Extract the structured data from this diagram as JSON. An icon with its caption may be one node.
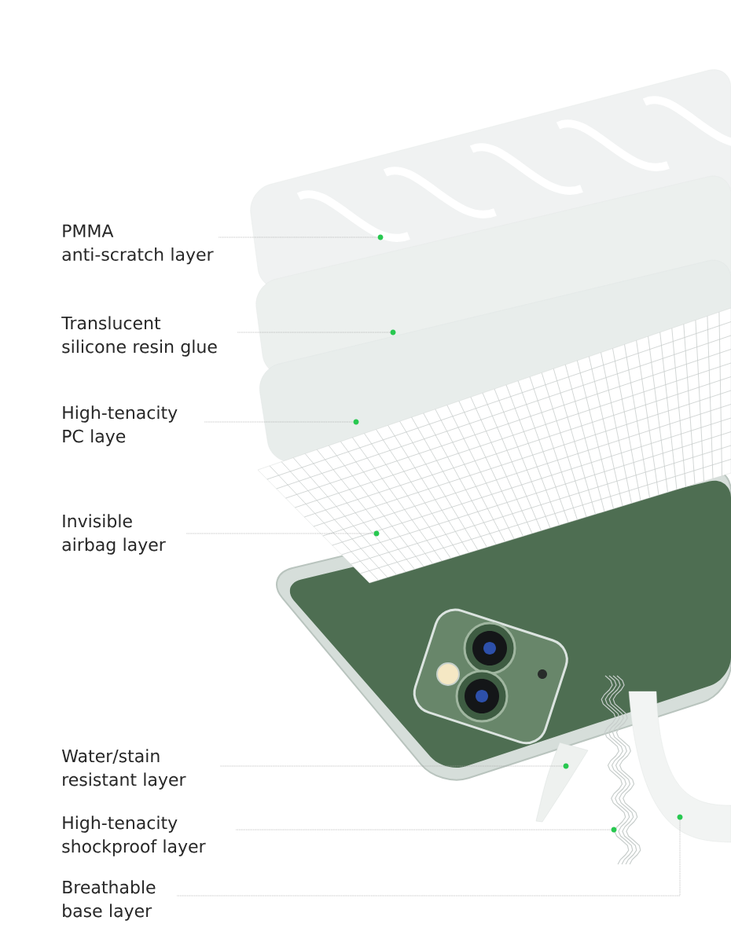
{
  "diagram": {
    "nodes": [
      {
        "text": [
          "PMMA anti-scratch layer"
        ]
      },
      {
        "text": [
          "Translucent silicone resin glue"
        ]
      },
      {
        "text": [
          "High-tenacity PC laye"
        ]
      },
      {
        "text": [
          "Invisible airbag layer"
        ]
      },
      {
        "text": [
          "Water/stain resistant layer"
        ]
      },
      {
        "text": [
          "High-tenacity shockproof layer"
        ]
      },
      {
        "text": [
          "Breathable base layer"
        ]
      },
      {
        "text": [],
        "shape": "circle"
      },
      {
        "text": [],
        "shape": "circle"
      },
      {
        "text": [],
        "shape": "circle"
      },
      {
        "text": [],
        "shape": "circle"
      },
      {
        "text": [],
        "shape": "circle"
      },
      {
        "text": [],
        "shape": "circle"
      },
      {
        "text": [],
        "shape": "circle"
      }
    ],
    "edges": [
      {
        "from": 0,
        "to": 7,
        "arrow": "none"
      },
      {
        "from": 1,
        "to": 8,
        "arrow": "none"
      },
      {
        "from": 2,
        "to": 9,
        "arrow": "none"
      },
      {
        "from": 3,
        "to": 10,
        "arrow": "none"
      },
      {
        "from": 4,
        "to": 11,
        "arrow": "none"
      },
      {
        "from": 5,
        "to": 12,
        "arrow": "none"
      },
      {
        "from": 6,
        "to": 13,
        "arrow": "none"
      }
    ]
  }
}
